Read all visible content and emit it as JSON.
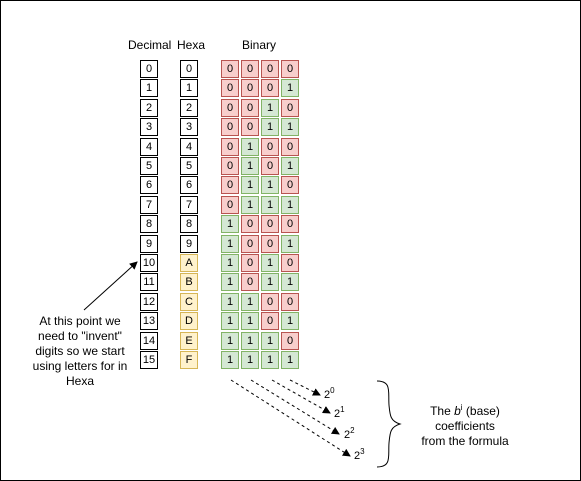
{
  "headers": {
    "decimal": "Decimal",
    "hexa": "Hexa",
    "binary": "Binary"
  },
  "rows": [
    {
      "decimal": "0",
      "hexa": "0",
      "bits": [
        "0",
        "0",
        "0",
        "0"
      ]
    },
    {
      "decimal": "1",
      "hexa": "1",
      "bits": [
        "0",
        "0",
        "0",
        "1"
      ]
    },
    {
      "decimal": "2",
      "hexa": "2",
      "bits": [
        "0",
        "0",
        "1",
        "0"
      ]
    },
    {
      "decimal": "3",
      "hexa": "3",
      "bits": [
        "0",
        "0",
        "1",
        "1"
      ]
    },
    {
      "decimal": "4",
      "hexa": "4",
      "bits": [
        "0",
        "1",
        "0",
        "0"
      ]
    },
    {
      "decimal": "5",
      "hexa": "5",
      "bits": [
        "0",
        "1",
        "0",
        "1"
      ]
    },
    {
      "decimal": "6",
      "hexa": "6",
      "bits": [
        "0",
        "1",
        "1",
        "0"
      ]
    },
    {
      "decimal": "7",
      "hexa": "7",
      "bits": [
        "0",
        "1",
        "1",
        "1"
      ]
    },
    {
      "decimal": "8",
      "hexa": "8",
      "bits": [
        "1",
        "0",
        "0",
        "0"
      ]
    },
    {
      "decimal": "9",
      "hexa": "9",
      "bits": [
        "1",
        "0",
        "0",
        "1"
      ]
    },
    {
      "decimal": "10",
      "hexa": "A",
      "bits": [
        "1",
        "0",
        "1",
        "0"
      ]
    },
    {
      "decimal": "11",
      "hexa": "B",
      "bits": [
        "1",
        "0",
        "1",
        "1"
      ]
    },
    {
      "decimal": "12",
      "hexa": "C",
      "bits": [
        "1",
        "1",
        "0",
        "0"
      ]
    },
    {
      "decimal": "13",
      "hexa": "D",
      "bits": [
        "1",
        "1",
        "0",
        "1"
      ]
    },
    {
      "decimal": "14",
      "hexa": "E",
      "bits": [
        "1",
        "1",
        "1",
        "0"
      ]
    },
    {
      "decimal": "15",
      "hexa": "F",
      "bits": [
        "1",
        "1",
        "1",
        "1"
      ]
    }
  ],
  "annotation": {
    "lines": [
      "At this point we",
      "need to \"invent\"",
      "digits so we start",
      "using letters for in",
      "Hexa"
    ]
  },
  "powers": {
    "base": "2",
    "exponents": [
      "0",
      "1",
      "2",
      "3"
    ]
  },
  "formula_note": {
    "line1_prefix": "The ",
    "line1_base": "b",
    "line1_exp": "i",
    "line1_suffix": " (base)",
    "line2": "coefficients",
    "line3": "from the formula"
  },
  "colors": {
    "bit0_fill": "#f8cecc",
    "bit0_stroke": "#b85450",
    "bit1_fill": "#d5e8d4",
    "bit1_stroke": "#82b366",
    "hex_letter_fill": "#fff2cc",
    "hex_letter_stroke": "#d6b656"
  }
}
